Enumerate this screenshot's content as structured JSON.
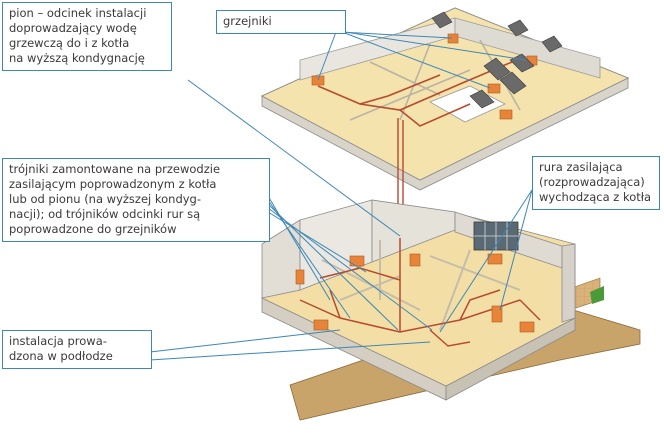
{
  "labels": {
    "pion": [
      "pion – odcinek instalacji",
      "doprowadzający wodę",
      "grzewczą do i z kotła",
      "na wyższą kondygnację"
    ],
    "grzejniki": [
      "grzejniki"
    ],
    "trojniki": [
      "trójniki zamontowane na przewodzie",
      "zasilającym poprowadzonym z kotła",
      "lub od pionu (na wyższej kondyg-",
      "nacji); od trójników odcinki rur są",
      "poprowadzone do grzejników"
    ],
    "rura": [
      "rura zasilająca",
      "(rozprowadzająca)",
      "wychodząca z kotła"
    ],
    "instalacja": [
      "instalacja prowa-",
      "dzona w podłodze"
    ]
  },
  "colors": {
    "leader": "#3c86b8",
    "floor": "#f3dfa6",
    "wall": "#e9e6df",
    "pipe": "#b84a2e",
    "radiator": "#e8843a",
    "ground": "#c8a36a",
    "grass": "#4a9a3a"
  },
  "icons": [
    "radiator-icon",
    "roof-window-icon",
    "boiler-icon",
    "stair-icon"
  ]
}
